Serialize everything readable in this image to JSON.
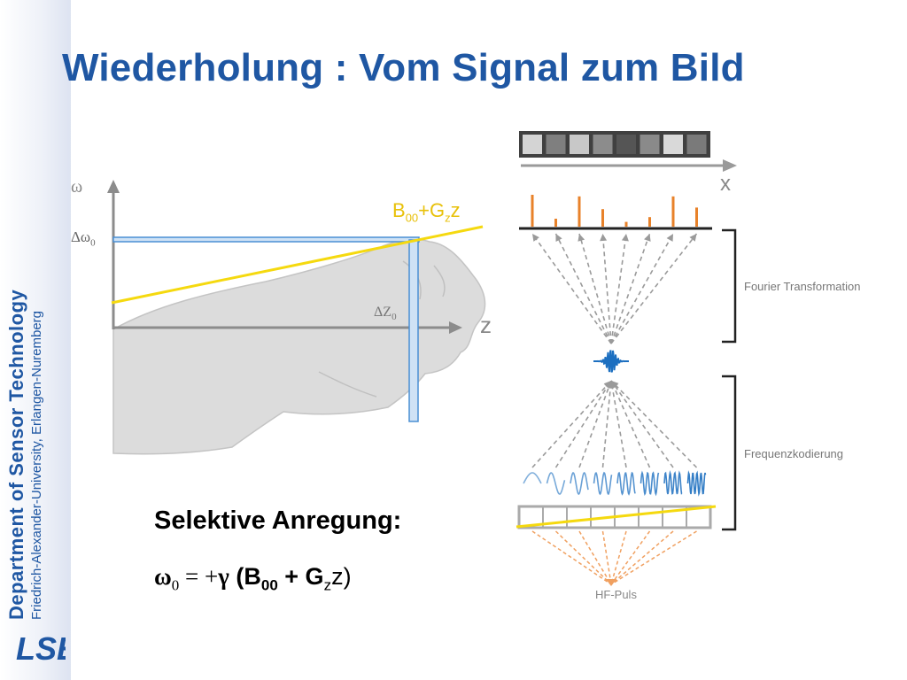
{
  "slide": {
    "title": "Wiederholung : Vom Signal zum Bild"
  },
  "sidebar": {
    "department": "Department of Sensor Technology",
    "university": "Friedrich-Alexander-University,  Erlangen-Nuremberg",
    "logo_text": "LSE"
  },
  "left_diagram": {
    "omega_axis": "ω",
    "delta_omega": "Δω",
    "delta_omega_sub": "0",
    "z_axis": "z",
    "delta_z": "ΔZ",
    "delta_z_sub": "0",
    "field_label": {
      "b": "B",
      "b_sub": "00",
      "plus_g": "+G",
      "g_sub": "z",
      "z": "z"
    }
  },
  "right_diagram": {
    "x_axis": "x",
    "fourier_label": "Fourier Transformation",
    "frequency_label": "Frequenzkodierung",
    "pulse_label": "HF-Puls",
    "pixel_shades": [
      "#d4d4d4",
      "#7f7f7f",
      "#c8c8c8",
      "#8c8c8c",
      "#555555",
      "#8a8a8a",
      "#d9d9d9",
      "#7a7a7a"
    ],
    "spectrum_heights": [
      1.0,
      0.25,
      0.95,
      0.55,
      0.15,
      0.3,
      0.95,
      0.6
    ]
  },
  "text": {
    "heading": "Selektive Anregung:",
    "formula": {
      "omega": "ω",
      "omega_sub": "0",
      "eq": " = +",
      "gamma": "γ",
      "open": " (B",
      "b_sub": "00",
      "plus_g": " + G",
      "g_sub": "z",
      "z_close": "z)"
    }
  },
  "colors": {
    "title_blue": "#1f57a3",
    "yellow": "#f5d90f",
    "orange": "#e8822a",
    "wave_blue": "#1c6fc0",
    "slice_blue": "#4a8fd3"
  }
}
